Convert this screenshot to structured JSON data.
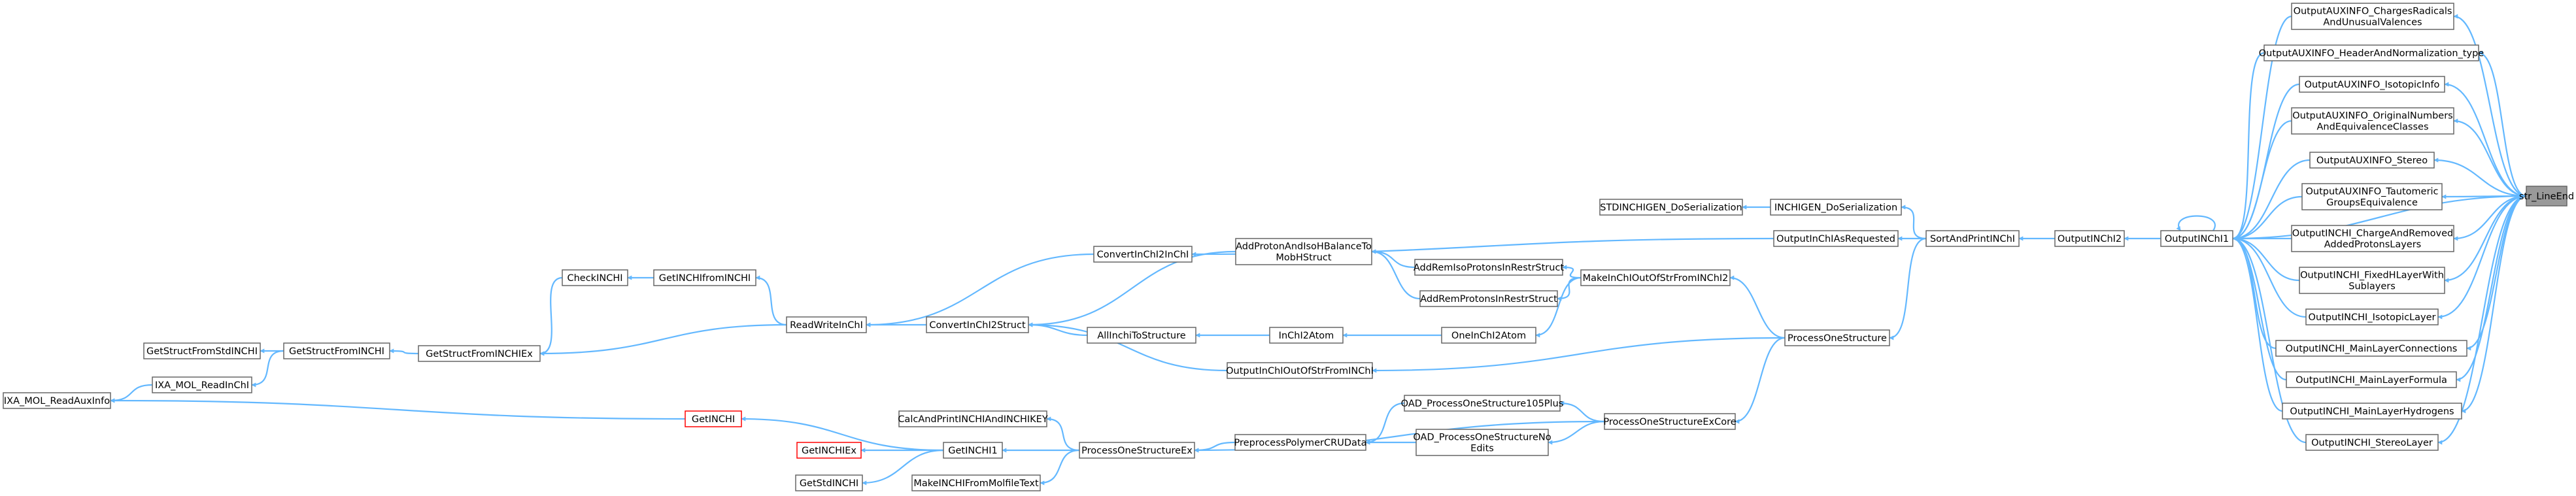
{
  "colors": {
    "edge": "#63b8ff",
    "node_border": "#666666",
    "node_border_missing": "#ff0000",
    "focus_fill": "#999999"
  },
  "nodes": [
    {
      "id": "str_LineEnd",
      "lines": [
        "str_LineEnd"
      ],
      "style": "focus"
    },
    {
      "id": "aux_charges",
      "lines": [
        "OutputAUXINFO_ChargesRadicals",
        "AndUnusualValences"
      ]
    },
    {
      "id": "aux_header",
      "lines": [
        "OutputAUXINFO_HeaderAndNormalization_type"
      ]
    },
    {
      "id": "aux_isotopic",
      "lines": [
        "OutputAUXINFO_IsotopicInfo"
      ]
    },
    {
      "id": "aux_orig",
      "lines": [
        "OutputAUXINFO_OriginalNumbers",
        "AndEquivalenceClasses"
      ]
    },
    {
      "id": "aux_stereo",
      "lines": [
        "OutputAUXINFO_Stereo"
      ]
    },
    {
      "id": "aux_taut",
      "lines": [
        "OutputAUXINFO_Tautomeric",
        "GroupsEquivalence"
      ]
    },
    {
      "id": "inchi_charge",
      "lines": [
        "OutputINCHI_ChargeAndRemoved",
        "AddedProtonsLayers"
      ]
    },
    {
      "id": "inchi_fixedh",
      "lines": [
        "OutputINCHI_FixedHLayerWith",
        "Sublayers"
      ]
    },
    {
      "id": "inchi_isotopic",
      "lines": [
        "OutputINCHI_IsotopicLayer"
      ]
    },
    {
      "id": "inchi_mainconn",
      "lines": [
        "OutputINCHI_MainLayerConnections"
      ]
    },
    {
      "id": "inchi_mainform",
      "lines": [
        "OutputINCHI_MainLayerFormula"
      ]
    },
    {
      "id": "inchi_mainhyd",
      "lines": [
        "OutputINCHI_MainLayerHydrogens"
      ]
    },
    {
      "id": "inchi_stereo",
      "lines": [
        "OutputINCHI_StereoLayer"
      ]
    },
    {
      "id": "outputinchi1",
      "lines": [
        "OutputINChI1"
      ]
    },
    {
      "id": "outputinchi2",
      "lines": [
        "OutputINChI2"
      ]
    },
    {
      "id": "sortandprint",
      "lines": [
        "SortAndPrintINChI"
      ]
    },
    {
      "id": "inchigen",
      "lines": [
        "INCHIGEN_DoSerialization"
      ]
    },
    {
      "id": "stdinchigen",
      "lines": [
        "STDINCHIGEN_DoSerialization"
      ]
    },
    {
      "id": "outputasreq",
      "lines": [
        "OutputInChIAsRequested"
      ]
    },
    {
      "id": "convertinchi2inchi",
      "lines": [
        "ConvertInChI2InChI"
      ]
    },
    {
      "id": "processone",
      "lines": [
        "ProcessOneStructure"
      ]
    },
    {
      "id": "makeinchioutof",
      "lines": [
        "MakeInChIOutOfStrFromINChI2"
      ]
    },
    {
      "id": "addremiso",
      "lines": [
        "AddRemIsoProtonsInRestrStruct"
      ]
    },
    {
      "id": "addremprot",
      "lines": [
        "AddRemProtonsInRestrStruct"
      ]
    },
    {
      "id": "oneinchi2atom",
      "lines": [
        "OneInChI2Atom"
      ]
    },
    {
      "id": "outputinchioutof",
      "lines": [
        "OutputInChIOutOfStrFromINChI"
      ]
    },
    {
      "id": "processoneex",
      "lines": [
        "ProcessOneStructureExCore"
      ]
    },
    {
      "id": "oad105",
      "lines": [
        "OAD_ProcessOneStructure105Plus"
      ]
    },
    {
      "id": "oadnoedits",
      "lines": [
        "OAD_ProcessOneStructureNo",
        "Edits"
      ]
    },
    {
      "id": "preprocess",
      "lines": [
        "PreprocessPolymerCRUData"
      ]
    },
    {
      "id": "processoneex2",
      "lines": [
        "ProcessOneStructureEx"
      ]
    },
    {
      "id": "calcandprint",
      "lines": [
        "CalcAndPrintINCHIAndINCHIKEY"
      ]
    },
    {
      "id": "getinchi1",
      "lines": [
        "GetINCHI1"
      ]
    },
    {
      "id": "getinchi",
      "lines": [
        "GetINCHI"
      ],
      "style": "red"
    },
    {
      "id": "getinchiex",
      "lines": [
        "GetINCHIEx"
      ],
      "style": "red"
    },
    {
      "id": "getstdinchi",
      "lines": [
        "GetStdINCHI"
      ]
    },
    {
      "id": "makeinchimolfile",
      "lines": [
        "MakeINCHIFromMolfileText"
      ]
    },
    {
      "id": "ixa_readaux",
      "lines": [
        "IXA_MOL_ReadAuxInfo"
      ]
    },
    {
      "id": "ixa_readinchi",
      "lines": [
        "IXA_MOL_ReadInChI"
      ]
    },
    {
      "id": "getstructfromstd",
      "lines": [
        "GetStructFromStdINCHI"
      ]
    },
    {
      "id": "getstructfrominchi",
      "lines": [
        "GetStructFromINCHI"
      ]
    },
    {
      "id": "getstructfrominchiex",
      "lines": [
        "GetStructFromINCHIEx"
      ]
    },
    {
      "id": "checkinchi",
      "lines": [
        "CheckINCHI"
      ]
    },
    {
      "id": "getinchifrominchi",
      "lines": [
        "GetINCHIfromINCHI"
      ]
    },
    {
      "id": "readwriteinchi",
      "lines": [
        "ReadWriteInChI"
      ]
    },
    {
      "id": "convertinchi2struct",
      "lines": [
        "ConvertInChI2Struct"
      ]
    },
    {
      "id": "addprotonand",
      "lines": [
        "AddProtonAndIsoHBalanceTo",
        "MobHStruct"
      ]
    },
    {
      "id": "allinchitostructure",
      "lines": [
        "AllInchiToStructure"
      ]
    },
    {
      "id": "inchi2atom",
      "lines": [
        "InChI2Atom"
      ]
    }
  ]
}
